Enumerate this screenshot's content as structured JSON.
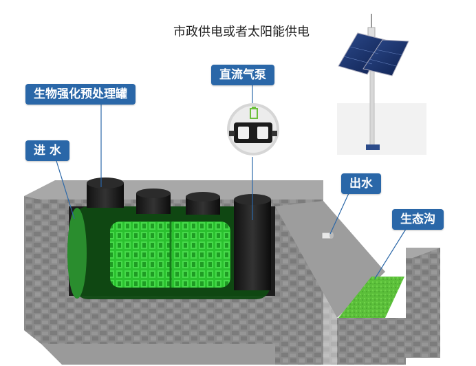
{
  "power_text": "市政供电或者太阳能供电",
  "labels": {
    "air_pump": "直流气泵",
    "pretreatment_tank": "生物强化预处理罐",
    "inlet": "进 水",
    "outlet": "出水",
    "eco_ditch": "生态沟"
  },
  "colors": {
    "label_bg": "#2a67a8",
    "tank_green": "#2bc12f",
    "concrete": "#8c8c8c",
    "grass": "#5bbf3a"
  }
}
